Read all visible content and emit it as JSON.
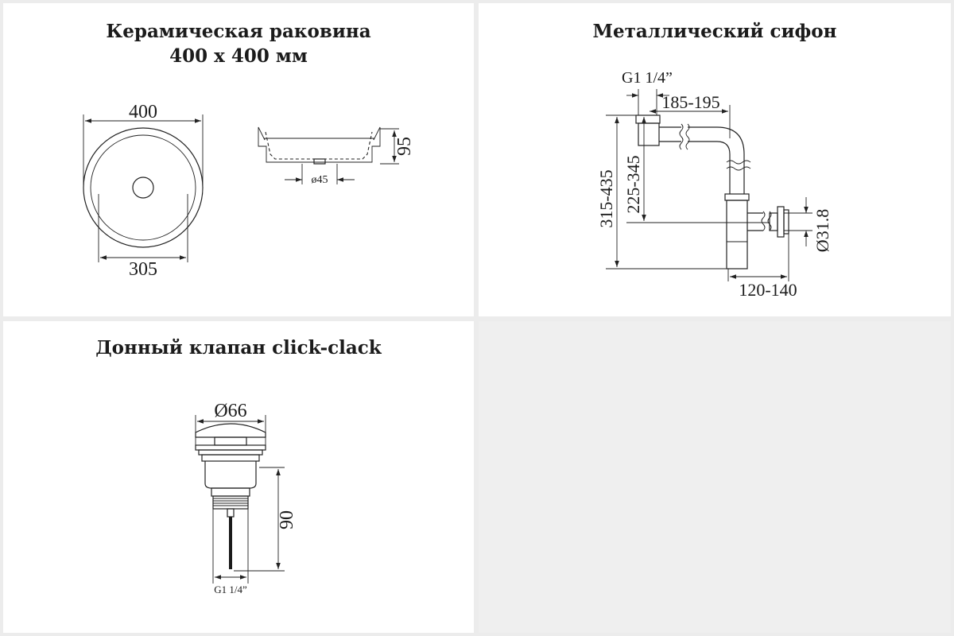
{
  "sink": {
    "title_line1": "Керамическая раковина",
    "title_line2": "400 x 400 мм",
    "dim_outer": "400",
    "dim_inner": "305",
    "dim_height": "95",
    "dim_drain": "ø45"
  },
  "siphon": {
    "title": "Металлический сифон",
    "dim_thread": "G1 1/4”",
    "dim_horizontal": "185-195",
    "dim_total_height": "315-435",
    "dim_inlet_height": "225-345",
    "dim_wall_diameter": "Ø31.8",
    "dim_wall_offset": "120-140"
  },
  "valve": {
    "title": "Донный клапан click-clack",
    "dim_cap": "Ø66",
    "dim_height": "90",
    "dim_thread": "G1 1/4”"
  },
  "colors": {
    "background": "#ececec",
    "panel": "#ffffff",
    "line": "#222222"
  }
}
